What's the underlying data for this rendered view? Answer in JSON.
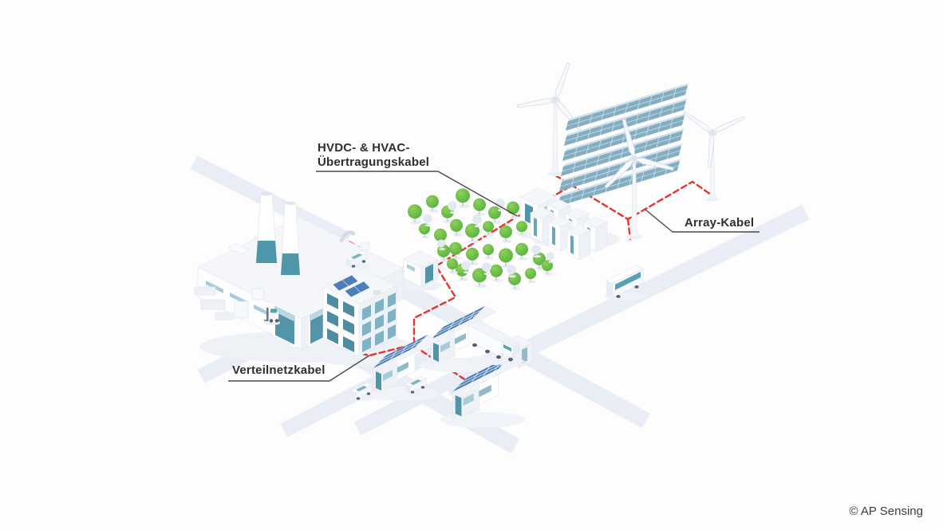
{
  "labels": {
    "hvdc_line1": "HVDC- & HVAC-",
    "hvdc_line2": "Übertragungskabel",
    "array_cable": "Array-Kabel",
    "distribution_cable": "Verteilnetzkabel"
  },
  "footer": {
    "copyright": "© AP Sensing"
  },
  "colors": {
    "background": "#fdfdfe",
    "cable_red": "#e5332d",
    "accent_teal": "#4f96aa",
    "solar_panel_blue": "#4d7eb8",
    "array_panel_blue": "#83aec1",
    "tree_green": "#5cb944",
    "road_gray": "#e9edf6",
    "label_text": "#2f2f2f",
    "leader_line": "#4a4a4a"
  },
  "scene": {
    "components": [
      "power-plant",
      "chimneys",
      "office-building",
      "solar-houses",
      "transformer-hut",
      "substation-building",
      "battery-storage",
      "wind-turbines",
      "solar-array",
      "trees",
      "roads",
      "truck",
      "bus",
      "cars",
      "forklift",
      "red-cable-network"
    ]
  }
}
